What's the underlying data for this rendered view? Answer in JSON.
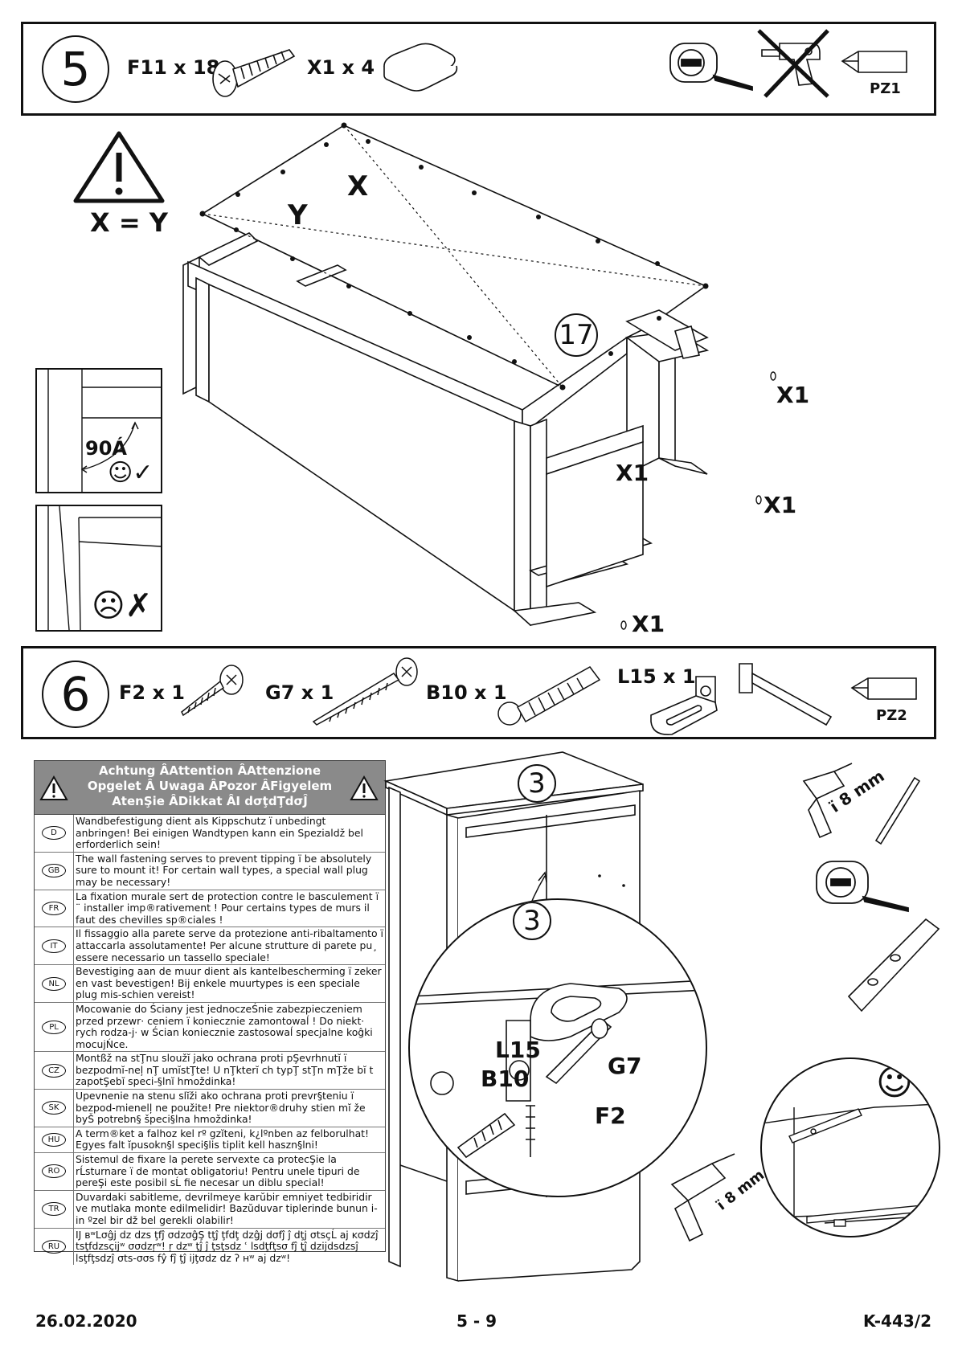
{
  "step5": {
    "number": "5",
    "parts": [
      {
        "code": "F11 x 18",
        "icon": "screw-icon"
      },
      {
        "code": "X1 x 4",
        "icon": "felt-pad-icon"
      }
    ],
    "tools": [
      {
        "icon": "tape-measure-icon"
      },
      {
        "icon": "drill-crossed-out-icon"
      },
      {
        "icon": "screwdriver-bit-icon",
        "label": "PZ1"
      }
    ],
    "warning_equation": "X = Y",
    "diagonal_labels": {
      "x": "X",
      "y": "Y"
    },
    "panel_number": "17",
    "pad_labels": [
      "X1",
      "X1",
      "X1",
      "X1"
    ],
    "angle_ok": "90Á",
    "ok_symbol": "☺✓",
    "bad_symbol": "☹✗"
  },
  "step6": {
    "number": "6",
    "parts": [
      {
        "code": "F2 x 1",
        "icon": "short-screw-icon"
      },
      {
        "code": "G7 x 1",
        "icon": "long-screw-icon"
      },
      {
        "code": "B10 x 1",
        "icon": "wall-plug-icon"
      },
      {
        "code": "L15 x 1",
        "icon": "angle-bracket-icon"
      }
    ],
    "tools": [
      {
        "icon": "hammer-icon"
      },
      {
        "icon": "screwdriver-bit-icon",
        "label": "PZ2"
      }
    ],
    "panel_number": "3",
    "detail_labels": {
      "bracket": "L15",
      "plug": "B10",
      "long_screw": "G7",
      "short_screw": "F2",
      "detail_panel": "3"
    },
    "drill_size_top": "ï 8 mm",
    "drill_size_bottom": "ï 8 mm"
  },
  "warning": {
    "heading_lines": [
      "Achtung ÂAttention ÂAttenzione",
      "Opgelet Â Uwaga ÂPozor ÂFigyelem",
      "AtenŞie ÂDikkat ÂI dσţdŢdσĴ"
    ],
    "rows": [
      {
        "code": "D",
        "text": "Wandbefestigung dient als Kippschutz ï unbedingt anbringen! Bei einigen Wandtypen kann ein Spezialdž bel erforderlich sein!"
      },
      {
        "code": "GB",
        "text": "The wall fastening serves to prevent tipping ï be absolutely sure to mount it! For certain wall types, a special wall plug may be necessary!"
      },
      {
        "code": "FR",
        "text": "La fixation murale sert de protection contre le basculement ï ¨ installer imp®rativement ! Pour certains types de murs il faut des chevilles sp®ciales !"
      },
      {
        "code": "IT",
        "text": "Il fissaggio alla parete serve da protezione anti-ribaltamento ï attaccarla assolutamente! Per alcune strutture di parete pu¸ essere necessario un tassello speciale!"
      },
      {
        "code": "NL",
        "text": "Bevestiging aan de muur dient als kantelbescherming ï zeker en vast bevestigen! Bij enkele muurtypes is een speciale plug mis-schien vereist!"
      },
      {
        "code": "PL",
        "text": "Mocowanie do Ściany jest jednoczeŚnie zabezpieczeniem przed przewr· ceniem ï koniecznie zamontowaĺ ! Do niekt· rych rodza-j· w Ścian koniecznie zastosowaĺ specjalne koĝki mocujŃce."
      },
      {
        "code": "CZ",
        "text": "Montßž na stŢnu sloužĭ jako ochrana proti pŞevrhnutĭ ï bezpodmĭ-neļ nŢ umĭstŢte! U nŢkterĭ ch typŢ stŢn mŢže bĭ t zapotŞebĭ speci-§lnĭ hmoždinka!"
      },
      {
        "code": "SK",
        "text": "Upevnenie na stenu slĭži ako ochrana proti prevr§teniu ï bezpod-mienelļ ne použite! Pre niektor®druhy stien mĭ že byŠ potrebn§ špeci§lna hmoždinka!"
      },
      {
        "code": "HU",
        "text": "A term®ket a falhoz kel rº gzĭteni, k¿lºnben az felborulhat! Egyes falt ĭpusokn§l speci§lis tiplit kell haszn§lni!"
      },
      {
        "code": "RO",
        "text": "Sistemul de fixare la perete servexte ca protecŞie la rĹsturnare ï de montat obligatoriu! Pentru unele tipuri de pereŞi este posibil sĹ fie necesar un diblu special!"
      },
      {
        "code": "TR",
        "text": "Duvardaki sabitleme, devrilmeye karŭbir emniyet tedbiridir ve mutlaka monte edilmelidir! Bazŭduvar tiplerinde bunun i- in ºzel bir dž bel gerekli olabilir!"
      },
      {
        "code": "RU",
        "text": "Ĳ вʷLσĝj dz dzs ţfĵ σdzσĝŞ tţĵ ţfdţ dzĝj dσfĵ ĵ dţj σtsçĹ aj ĸσdzĵ tsţfdzsçĳʷ σσdzŗʷ! ṛ dzʷ ţĵ ĵ ţsţsdz ʿ lsdţfţsσ fĵ ţĵ dzĳdsdzsĵ lsţfţsdzĵ σts-σσs fŷ fĵ ţĵ ĳţσdz dz ʔ ʜʷ aj dzʷ!"
      }
    ]
  },
  "footer": {
    "date": "26.02.2020",
    "pages": "5 - 9",
    "model": "K-443/2"
  }
}
